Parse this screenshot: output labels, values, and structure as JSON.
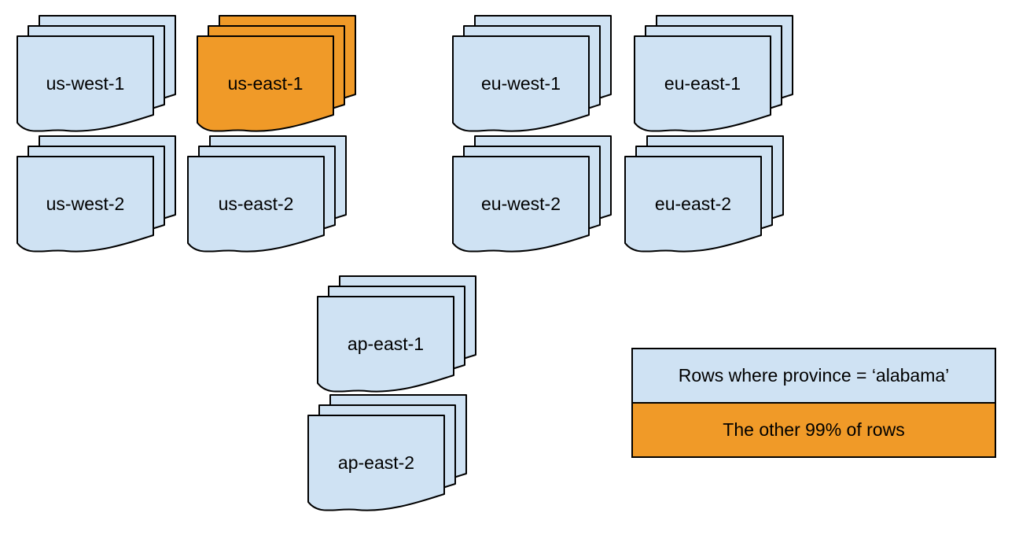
{
  "colors": {
    "region_fill": "#CFE2F3",
    "highlight_fill": "#F09A28",
    "stroke": "#000000",
    "background": "#FFFFFF"
  },
  "stacks": [
    {
      "id": "us-west-1",
      "label": "us-west-1",
      "variant": "default"
    },
    {
      "id": "us-east-1",
      "label": "us-east-1",
      "variant": "highlight"
    },
    {
      "id": "eu-west-1",
      "label": "eu-west-1",
      "variant": "default"
    },
    {
      "id": "eu-east-1",
      "label": "eu-east-1",
      "variant": "default"
    },
    {
      "id": "us-west-2",
      "label": "us-west-2",
      "variant": "default"
    },
    {
      "id": "us-east-2",
      "label": "us-east-2",
      "variant": "default"
    },
    {
      "id": "eu-west-2",
      "label": "eu-west-2",
      "variant": "default"
    },
    {
      "id": "eu-east-2",
      "label": "eu-east-2",
      "variant": "default"
    },
    {
      "id": "ap-east-1",
      "label": "ap-east-1",
      "variant": "default"
    },
    {
      "id": "ap-east-2",
      "label": "ap-east-2",
      "variant": "default"
    }
  ],
  "legend": {
    "items": [
      {
        "label": "Rows where province = ‘alabama’",
        "variant": "default"
      },
      {
        "label": "The other 99% of rows",
        "variant": "highlight"
      }
    ]
  }
}
